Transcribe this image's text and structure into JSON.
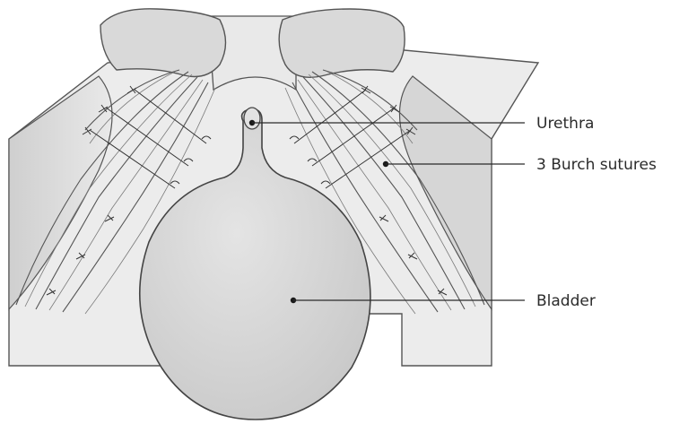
{
  "labels": {
    "urethra": "Urethra",
    "sutures": "3 Burch sutures",
    "bladder": "Bladder"
  },
  "colors": {
    "tissue": "#e0e0e0",
    "background_tissue": "#e6e6e6",
    "bladder": "#cfcfcf",
    "outline": "#555555",
    "text": "#2b2b2b"
  }
}
